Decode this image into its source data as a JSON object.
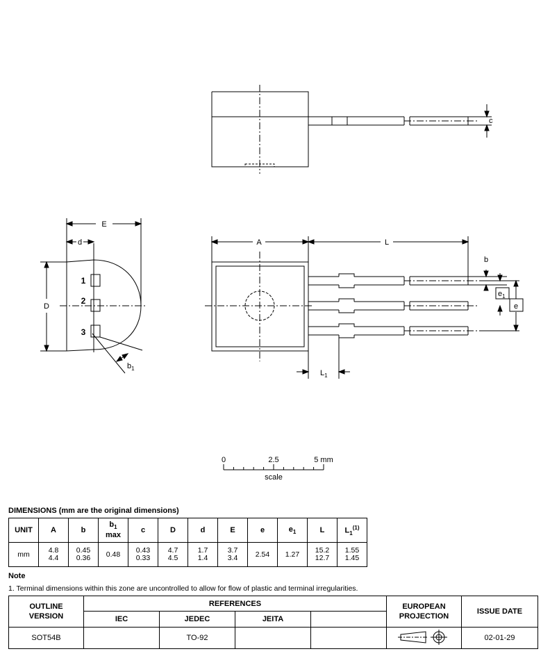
{
  "drawing_labels": {
    "dim_c": "c",
    "dim_E": "E",
    "dim_d": "d",
    "dim_D": "D",
    "dim_A": "A",
    "dim_L": "L",
    "dim_b": "b",
    "dim_e1": "e",
    "dim_e1_sub": "1",
    "dim_e": "e",
    "dim_b1": "b",
    "dim_b1_sub": "1",
    "dim_L1": "L",
    "dim_L1_sub": "1",
    "pin_1": "1",
    "pin_2": "2",
    "pin_3": "3"
  },
  "scale_bar": {
    "tick_0": "0",
    "tick_mid": "2.5",
    "tick_end": "5 mm",
    "caption": "scale"
  },
  "dimensions": {
    "title": "DIMENSIONS (mm are the original dimensions)",
    "headers": {
      "unit": "UNIT",
      "A": "A",
      "b": "b",
      "b1_main": "b",
      "b1_sub": "1",
      "b1_max": "max",
      "c": "c",
      "D": "D",
      "d": "d",
      "E": "E",
      "e": "e",
      "e1_main": "e",
      "e1_sub": "1",
      "L": "L",
      "L1_main": "L",
      "L1_sub": "1",
      "L1_note": "(1)"
    },
    "row": {
      "unit": "mm",
      "A_max": "4.8",
      "A_min": "4.4",
      "b_max": "0.45",
      "b_min": "0.36",
      "b1": "0.48",
      "c_max": "0.43",
      "c_min": "0.33",
      "D_max": "4.7",
      "D_min": "4.5",
      "d_max": "1.7",
      "d_min": "1.4",
      "E_max": "3.7",
      "E_min": "3.4",
      "e": "2.54",
      "e1": "1.27",
      "L_max": "15.2",
      "L_min": "12.7",
      "L1_max": "1.55",
      "L1_min": "1.45"
    }
  },
  "note": {
    "title": "Note",
    "text": "1. Terminal dimensions within this zone are uncontrolled to allow for flow of plastic and terminal irregularities."
  },
  "references": {
    "outline_line1": "OUTLINE",
    "outline_line2": "VERSION",
    "references": "REFERENCES",
    "iec": "IEC",
    "jedec": "JEDEC",
    "jeita": "JEITA",
    "projection_line1": "EUROPEAN",
    "projection_line2": "PROJECTION",
    "issue_date": "ISSUE DATE",
    "outline_value": "SOT54B",
    "iec_value": "",
    "jedec_value": "TO-92",
    "jeita_value": "",
    "extra_value": "",
    "date_value": "02-01-29"
  }
}
